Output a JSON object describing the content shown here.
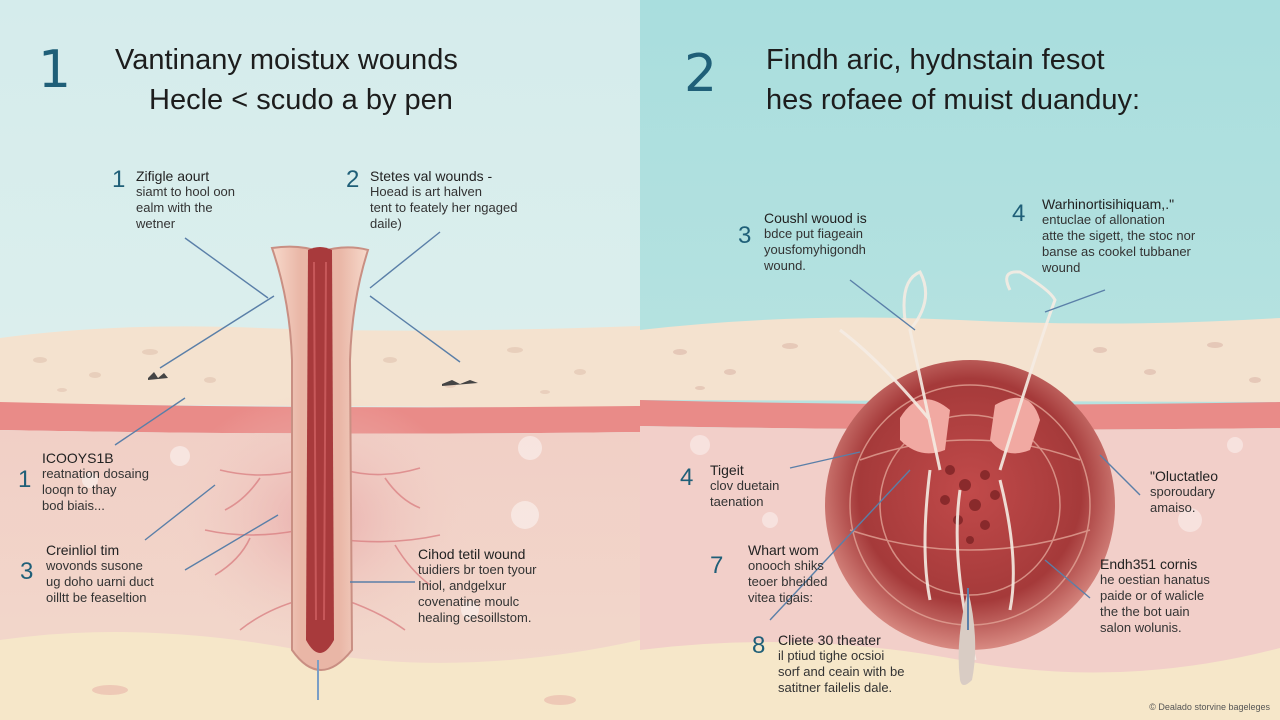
{
  "panels": [
    {
      "number": "1",
      "title_lines": [
        "Vantinany moistux wounds",
        "Hecle < scudo a by pen"
      ]
    },
    {
      "number": "2",
      "title_lines": [
        "Findh aric, hydnstain fesot",
        "hes rofaee of muist duanduy:"
      ]
    }
  ],
  "callouts": [
    {
      "number": "1",
      "lines": [
        "Zifigle aourt",
        "siamt to hool oon",
        "ealm with the",
        "wetner"
      ]
    },
    {
      "number": "2",
      "lines": [
        "Stetes val wounds -",
        "Hoead is art halven",
        "tent to feately her ngaged",
        "daile)"
      ]
    },
    {
      "number": "1",
      "lines": [
        "ICOOYS1B",
        "reatnation dosaing",
        "looqn to thay",
        "bod biais..."
      ]
    },
    {
      "number": "3",
      "lines": [
        "Creinliol tim",
        "wovonds susone",
        "ug doho uarni duct",
        "oilltt be feaseltion"
      ]
    },
    {
      "number": "",
      "lines": [
        "Cihod tetil wound",
        "tuidiers br toen tyour",
        "Iniol,  andgelxur",
        "covenatine moulc",
        "healing cesoillstom."
      ]
    },
    {
      "number": "3",
      "lines": [
        "Coushl wouod is",
        "bdce put fiageain",
        "yousfomyhigondh",
        "wound."
      ]
    },
    {
      "number": "4",
      "lines": [
        "Warhinortisihiquam,.\"",
        "entuclae of allonation",
        "atte the sigett, the stoc nor",
        "banse as cookel tubbaner",
        "wound"
      ]
    },
    {
      "number": "4",
      "lines": [
        "Tigeit",
        "clov duetain",
        "taenation"
      ]
    },
    {
      "number": "",
      "lines": [
        "\"Oluctatleo",
        "sporoudary",
        "amaiso."
      ]
    },
    {
      "number": "7",
      "lines": [
        "Whart wom",
        "onooch shiks",
        "teoer bheided",
        "vitea tigais:"
      ]
    },
    {
      "number": "",
      "lines": [
        "Endh351 cornis",
        "he oestian hanatus",
        "paide or of walicle",
        "the the bot uain",
        "salon wolunis."
      ]
    },
    {
      "number": "8",
      "lines": [
        "Cliete 30 theater",
        "il ptiud tighe ocsioi",
        "sorf and ceain with be",
        "satitner failelis dale."
      ]
    }
  ],
  "credit": "© Dealado storvine bageleges"
}
